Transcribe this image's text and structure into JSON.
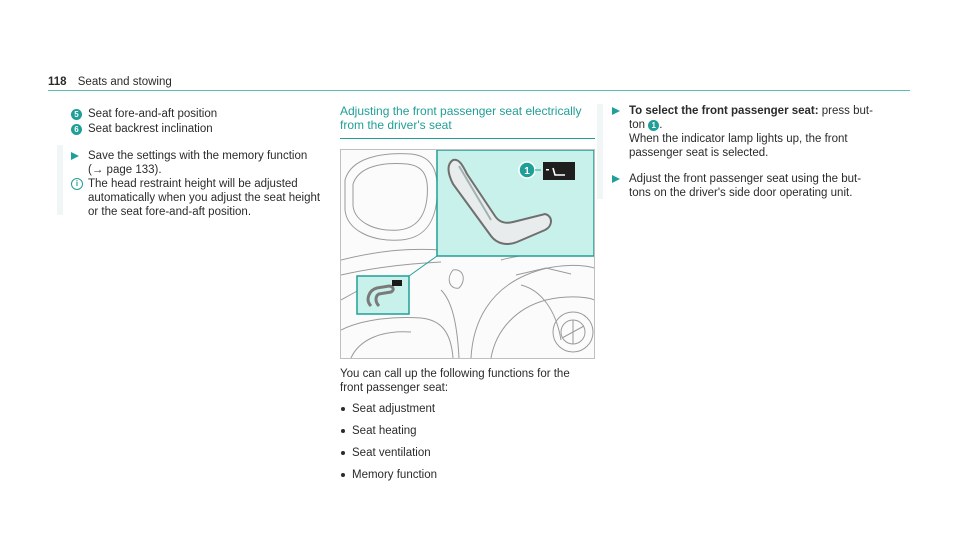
{
  "header": {
    "page_number": "118",
    "section": "Seats and stowing"
  },
  "col1": {
    "legend": [
      {
        "num": "5",
        "text": "Seat fore-and-aft position"
      },
      {
        "num": "6",
        "text": "Seat backrest inclination"
      }
    ],
    "step": {
      "line1": "Save the settings with the memory function",
      "ref_open": "(",
      "ref_arrow": "→",
      "ref_text": "page 133)."
    },
    "note": {
      "lines": [
        "The head restraint height will be adjusted",
        "automatically when you adjust the seat height",
        "or the seat fore-and-aft position."
      ]
    }
  },
  "col2": {
    "title_lines": [
      "Adjusting the front passenger seat electrically",
      "from the driver's seat"
    ],
    "callout_num": "1",
    "intro_lines": [
      "You can call up the following functions for the",
      "front passenger seat:"
    ],
    "bullets": [
      "Seat adjustment",
      "Seat heating",
      "Seat ventilation",
      "Memory function"
    ]
  },
  "col3": {
    "step1": {
      "bold": "To select the front passenger seat:",
      "rest_line1": " press but-",
      "line2_pre": "ton",
      "badge": "1",
      "line2_post": ".",
      "line3": "When the indicator lamp lights up, the front",
      "line4": "passenger seat is selected."
    },
    "step2": {
      "lines": [
        "Adjust the front passenger seat using the but-",
        "tons on the driver's side door operating unit."
      ]
    }
  },
  "colors": {
    "accent": "#1f9f97",
    "highlight": "#c9f1ec",
    "rule": "#5bbfb3"
  },
  "icons": [
    "triangle-step-icon",
    "info-icon",
    "arrow-ref-icon",
    "seat-button-icon"
  ]
}
